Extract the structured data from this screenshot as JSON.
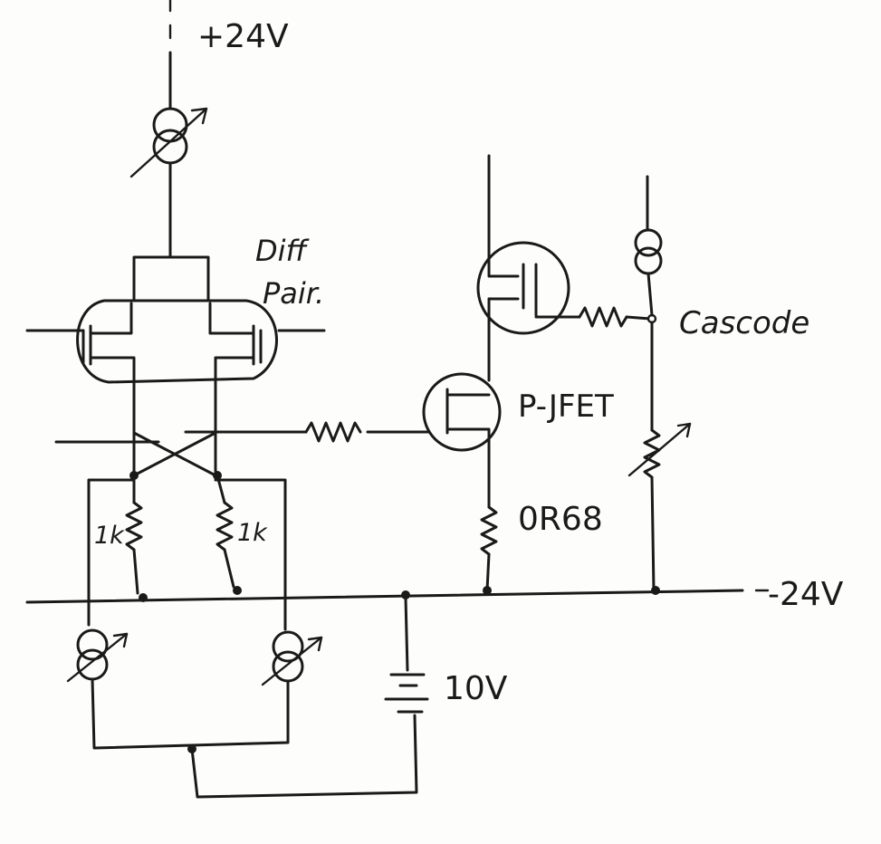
{
  "labels": {
    "supply_pos": "+24V",
    "supply_neg": "-24V",
    "diff_pair_line1": "Diff",
    "diff_pair_line2": "Pair.",
    "cascode": "Cascode",
    "pjfet": "P-JFET",
    "r_0r68": "0R68",
    "r_left": "1k",
    "r_right": "1k",
    "battery": "10V"
  }
}
